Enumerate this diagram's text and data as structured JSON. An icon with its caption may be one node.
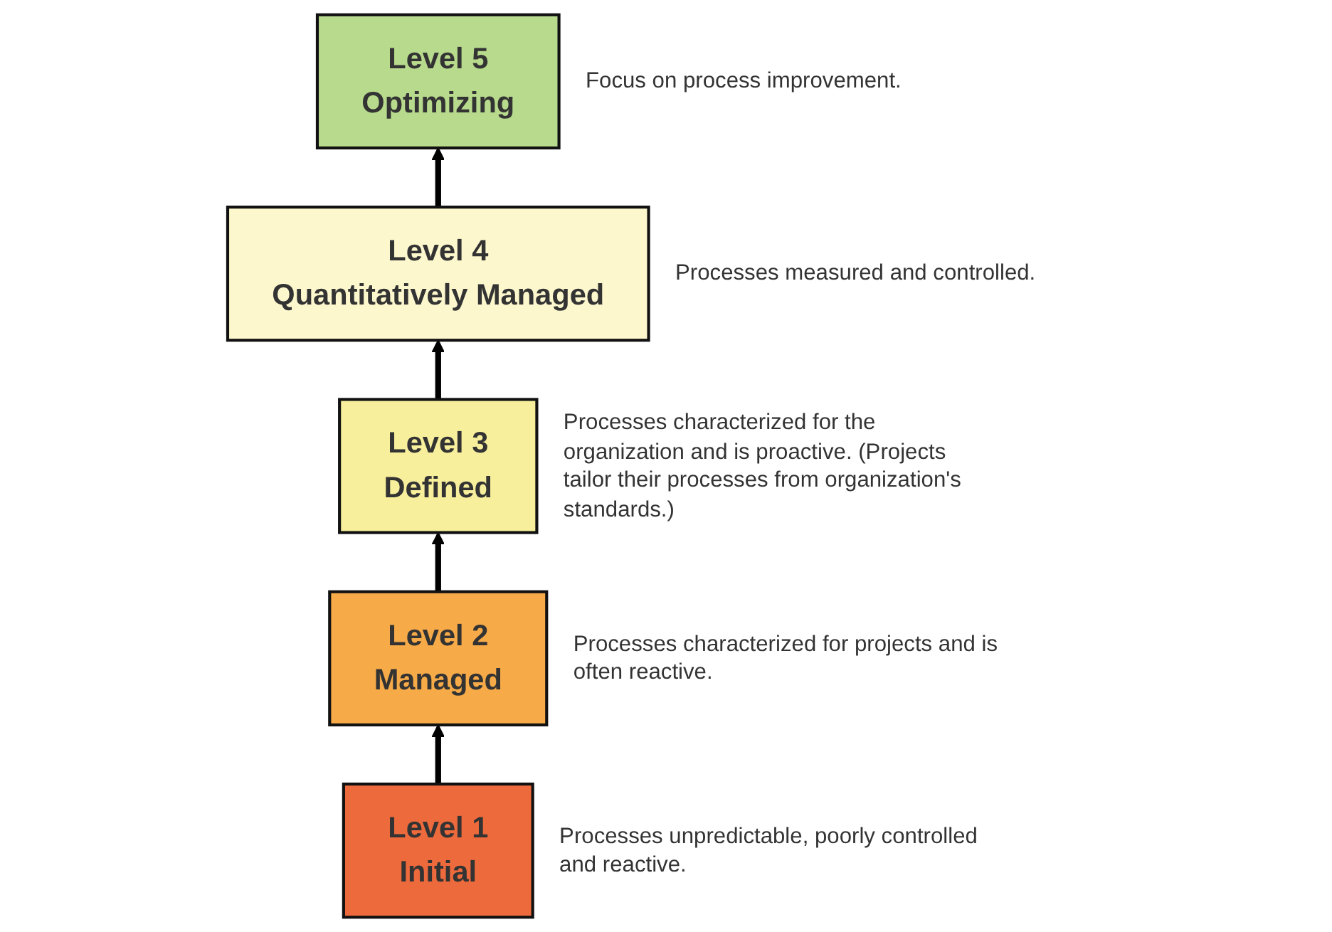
{
  "diagram": {
    "nodes": [
      {
        "text": [
          "Level 1",
          "Initial"
        ],
        "beside": [
          "Processes unpredictable, poorly controlled and reactive."
        ]
      },
      {
        "text": [
          "Level 2",
          "Managed"
        ],
        "beside": [
          "Processes characterized for projects and is often reactive."
        ]
      },
      {
        "text": [
          "Level 3",
          "Defined"
        ],
        "beside": [
          "Processes characterized for the organization and is proactive. (Projects tailor their processes from organization's standards.)"
        ]
      },
      {
        "text": [
          "Level 4",
          "Quantitatively Managed"
        ],
        "beside": [
          "Processes measured and controlled."
        ]
      },
      {
        "text": [
          "Level 5",
          "Optimizing"
        ],
        "beside": [
          "Focus on process improvement."
        ]
      }
    ],
    "edges": [
      {
        "from": 0,
        "to": 1,
        "arrow": "to"
      },
      {
        "from": 1,
        "to": 2,
        "arrow": "to"
      },
      {
        "from": 2,
        "to": 3,
        "arrow": "to"
      },
      {
        "from": 3,
        "to": 4,
        "arrow": "to"
      }
    ]
  }
}
